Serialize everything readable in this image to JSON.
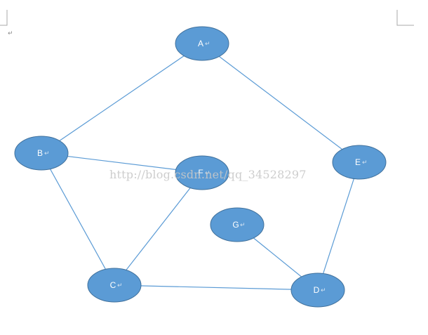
{
  "colors": {
    "node_fill": "#5b9bd5",
    "node_stroke": "#41719c",
    "edge": "#5b9bd5",
    "label": "#ffffff",
    "para_mark": "#888888",
    "watermark": "#c8c8c8",
    "corner_mark": "#aaaaaa"
  },
  "doc": {
    "para_mark": "↵"
  },
  "watermark": "http://blog.csdn.net/qq_34528297",
  "graph": {
    "nodes": [
      {
        "id": "A",
        "label": "A"
      },
      {
        "id": "B",
        "label": "B"
      },
      {
        "id": "E",
        "label": "E"
      },
      {
        "id": "F",
        "label": "F"
      },
      {
        "id": "G",
        "label": "G"
      },
      {
        "id": "C",
        "label": "C"
      },
      {
        "id": "D",
        "label": "D"
      }
    ],
    "edges": [
      {
        "from": "A",
        "to": "B"
      },
      {
        "from": "A",
        "to": "E"
      },
      {
        "from": "B",
        "to": "F"
      },
      {
        "from": "B",
        "to": "C"
      },
      {
        "from": "F",
        "to": "C"
      },
      {
        "from": "C",
        "to": "D"
      },
      {
        "from": "G",
        "to": "D"
      },
      {
        "from": "E",
        "to": "D"
      }
    ]
  }
}
